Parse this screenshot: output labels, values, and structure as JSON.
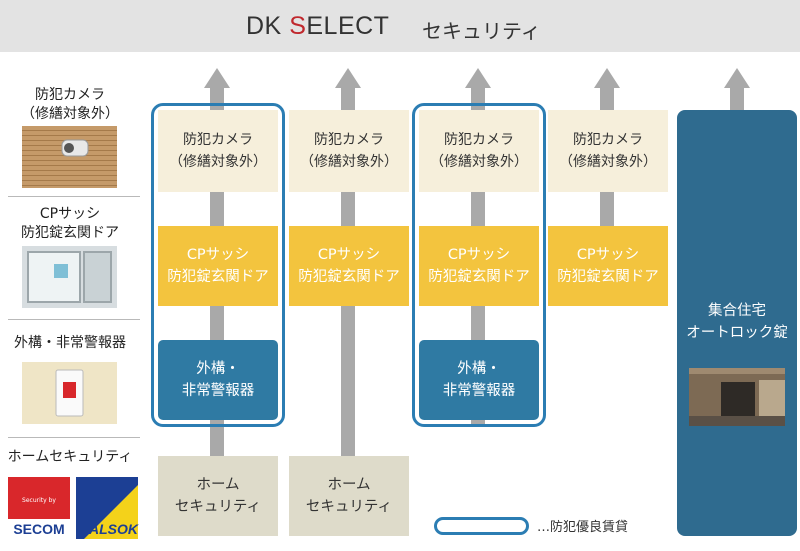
{
  "header": {
    "brand_dk": "DK ",
    "brand_s": "S",
    "brand_rest": "ELECT",
    "subtitle": "セキュリティ"
  },
  "legend": {
    "label": "…防犯優良賃貸"
  },
  "rows": {
    "camera": {
      "line1": "防犯カメラ",
      "line2": "（修繕対象外）"
    },
    "cp": {
      "line1": "CPサッシ",
      "line2": "防犯錠玄関ドア"
    },
    "alarm": {
      "line1": "外構・非常警報器"
    },
    "home": {
      "line1": "ホームセキュリティ"
    }
  },
  "logos": {
    "secom": "SECOM",
    "secom_small": "Security by",
    "alsok": "ALSOK"
  },
  "columns": [
    {
      "camera_1": "防犯カメラ",
      "camera_2": "（修繕対象外）",
      "cp_1": "CPサッシ",
      "cp_2": "防犯錠玄関ドア",
      "alarm_1": "外構・",
      "alarm_2": "非常警報器",
      "home_1": "ホーム",
      "home_2": "セキュリティ"
    },
    {
      "camera_1": "防犯カメラ",
      "camera_2": "（修繕対象外）",
      "cp_1": "CPサッシ",
      "cp_2": "防犯錠玄関ドア",
      "home_1": "ホーム",
      "home_2": "セキュリティ"
    },
    {
      "camera_1": "防犯カメラ",
      "camera_2": "（修繕対象外）",
      "cp_1": "CPサッシ",
      "cp_2": "防犯錠玄関ドア",
      "alarm_1": "外構・",
      "alarm_2": "非常警報器"
    },
    {
      "camera_1": "防犯カメラ",
      "camera_2": "（修繕対象外）",
      "cp_1": "CPサッシ",
      "cp_2": "防犯錠玄関ドア"
    }
  ],
  "apartment": {
    "line1": "集合住宅",
    "line2": "オートロック錠"
  },
  "colors": {
    "outline": "#2b7db3",
    "camera": "#f6efdb",
    "cp": "#f3c43e",
    "alarm": "#2f7aa3",
    "home": "#dedbca",
    "apartment": "#2f6b8f"
  }
}
